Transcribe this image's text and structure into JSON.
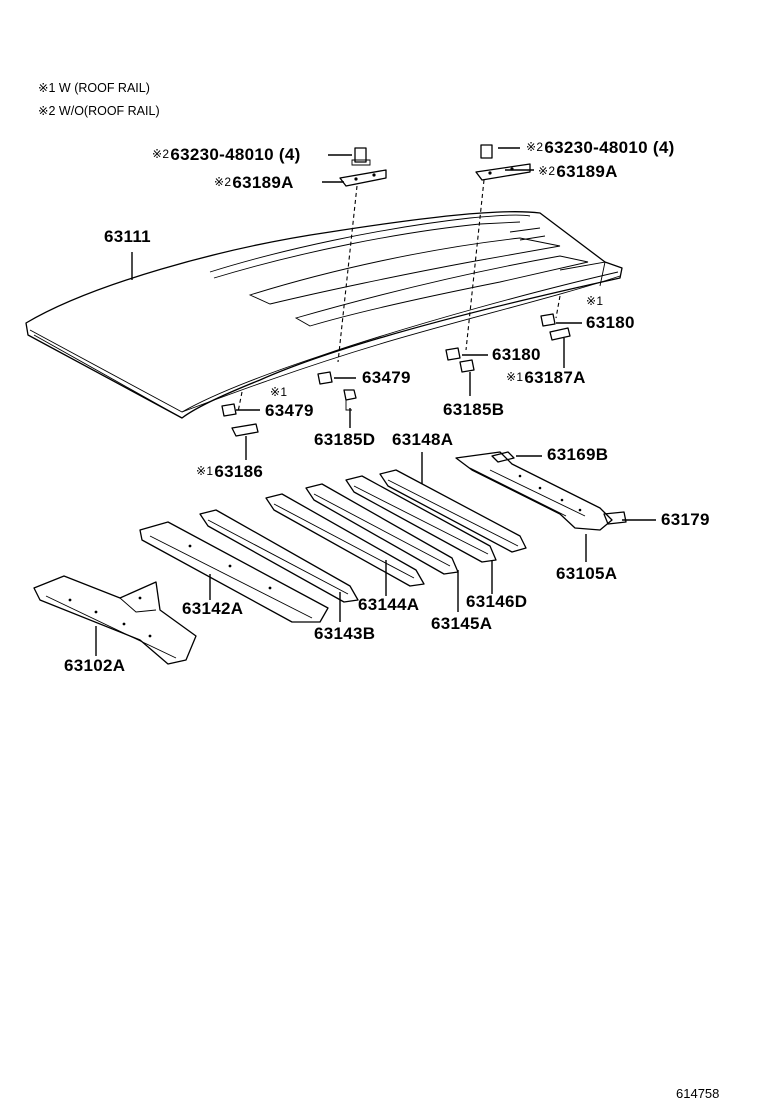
{
  "legend": [
    {
      "mark": "※1",
      "text": "W (ROOF RAIL)"
    },
    {
      "mark": "※2",
      "text": "W/O(ROOF RAIL)"
    }
  ],
  "labels": [
    {
      "id": "bolt-left",
      "mark": "※2",
      "text": "63230-48010 (4)"
    },
    {
      "id": "bracket-left",
      "mark": "※2",
      "text": "63189A"
    },
    {
      "id": "bolt-right",
      "mark": "※2",
      "text": "63230-48010 (4)"
    },
    {
      "id": "bracket-right",
      "mark": "※2",
      "text": "63189A"
    },
    {
      "id": "roof-panel",
      "mark": "",
      "text": "63111"
    },
    {
      "id": "clip-right-top",
      "mark": "※1",
      "text": "63180"
    },
    {
      "id": "clip-right-mid",
      "mark": "",
      "text": "63180"
    },
    {
      "id": "plate-right",
      "mark": "※1",
      "text": "63187A"
    },
    {
      "id": "nut-right",
      "mark": "",
      "text": "63185B"
    },
    {
      "id": "clip-left-upper",
      "mark": "",
      "text": "63479"
    },
    {
      "id": "clip-left-lower",
      "mark": "※1",
      "text": "63479"
    },
    {
      "id": "nut-left",
      "mark": "",
      "text": "63185D"
    },
    {
      "id": "bow-148a",
      "mark": "",
      "text": "63148A"
    },
    {
      "id": "plate-left",
      "mark": "※1",
      "text": "63186"
    },
    {
      "id": "rear-header",
      "mark": "",
      "text": "63169B"
    },
    {
      "id": "rear-bracket",
      "mark": "",
      "text": "63179"
    },
    {
      "id": "rear-panel",
      "mark": "",
      "text": "63105A"
    },
    {
      "id": "bow-146d",
      "mark": "",
      "text": "63146D"
    },
    {
      "id": "bow-145a",
      "mark": "",
      "text": "63145A"
    },
    {
      "id": "bow-144a",
      "mark": "",
      "text": "63144A"
    },
    {
      "id": "bow-143b",
      "mark": "",
      "text": "63143B"
    },
    {
      "id": "bow-142a",
      "mark": "",
      "text": "63142A"
    },
    {
      "id": "front-header",
      "mark": "",
      "text": "63102A"
    }
  ],
  "figure_number": "614758"
}
